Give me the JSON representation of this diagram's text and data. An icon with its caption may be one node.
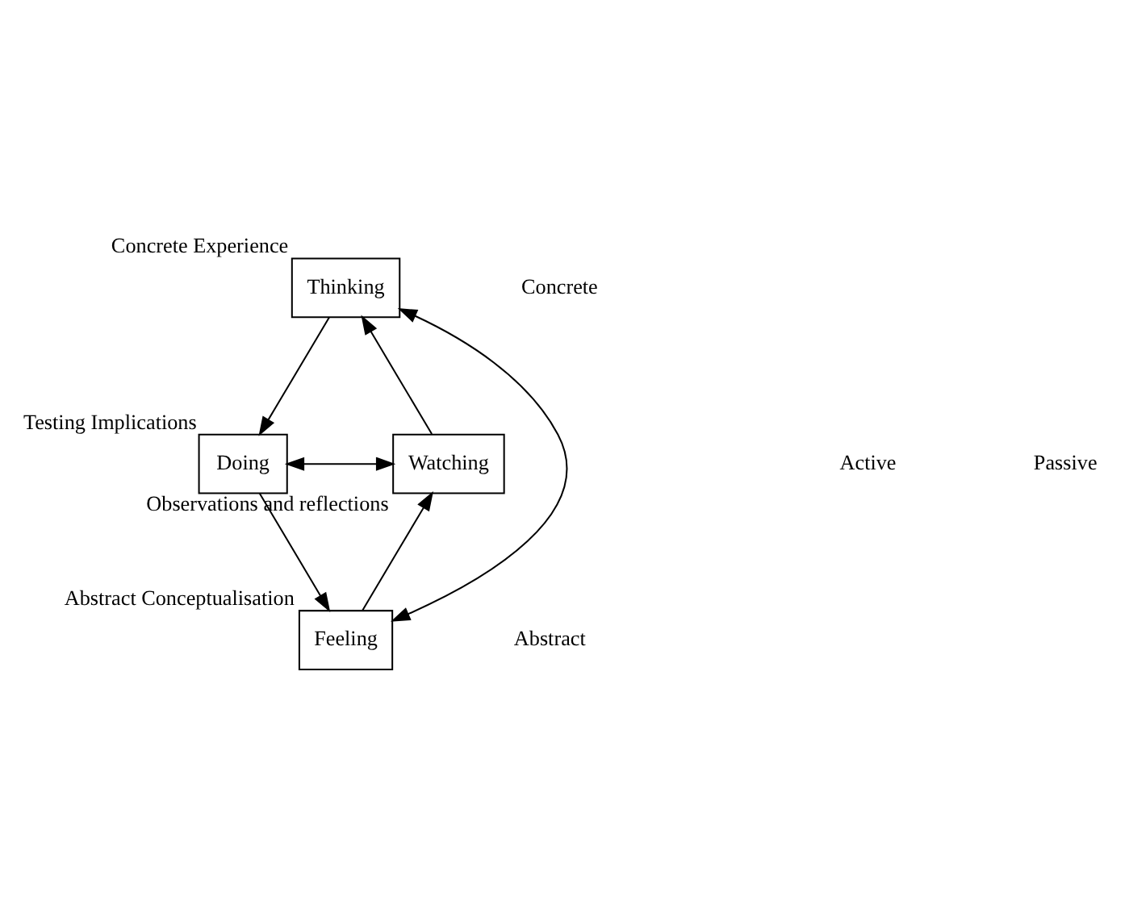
{
  "diagram": {
    "nodes": [
      {
        "text": [
          "Thinking"
        ],
        "beside": [
          "Concrete Experience"
        ]
      },
      {
        "text": [
          "Doing"
        ],
        "beside": [
          "Testing Implications"
        ]
      },
      {
        "text": [
          "Watching"
        ],
        "beside": [
          "Observations and reflections"
        ]
      },
      {
        "text": [
          "Feeling"
        ],
        "beside": [
          "Abstract Conceptualisation"
        ]
      }
    ],
    "edges": [
      {
        "from": 2,
        "to": 0,
        "arrow": "to"
      },
      {
        "from": 0,
        "to": 1,
        "arrow": "to"
      },
      {
        "from": 1,
        "to": 3,
        "arrow": "to"
      },
      {
        "from": 3,
        "to": 2,
        "arrow": "to"
      },
      {
        "from": 0,
        "to": 3,
        "arrow": "both"
      },
      {
        "from": 1,
        "to": 2,
        "arrow": "both"
      }
    ],
    "labels": [
      "Concrete",
      "Active",
      "Passive",
      "Abstract"
    ]
  }
}
